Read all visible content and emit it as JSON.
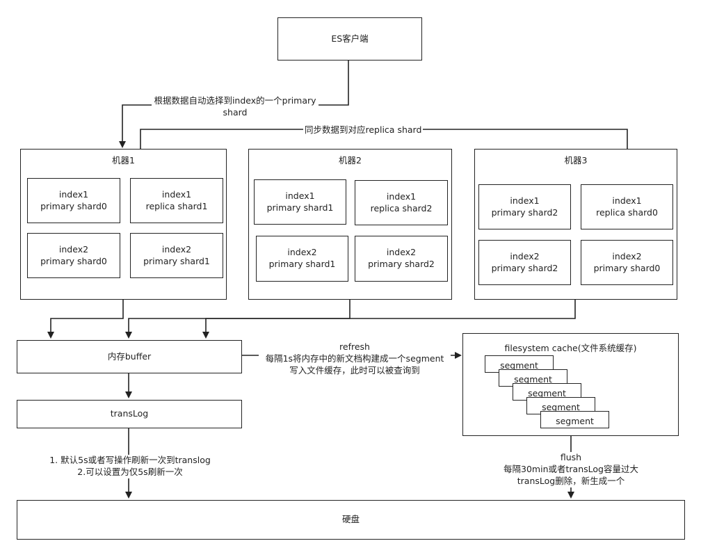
{
  "client": {
    "label": "ES客户端"
  },
  "arrow_labels": {
    "route_line1": "根据数据自动选择到index的一个primary",
    "route_line2": "shard",
    "sync": "同步数据到对应replica shard",
    "refresh_title": "refresh",
    "refresh_line1": "每隔1s将内存中的新文档构建成一个segment",
    "refresh_line2": "写入文件缓存，此时可以被查询到",
    "translog_line1": "1. 默认5s或者写操作刷新一次到translog",
    "translog_line2": "2.可以设置为仅5s刷新一次",
    "flush_title": "flush",
    "flush_line1": "每隔30min或者transLog容量过大",
    "flush_line2": "transLog删除，新生成一个"
  },
  "machines": [
    {
      "title": "机器1",
      "shards": [
        {
          "line1": "index1",
          "line2": "primary shard0"
        },
        {
          "line1": "index1",
          "line2": "replica shard1"
        },
        {
          "line1": "index2",
          "line2": "primary shard0"
        },
        {
          "line1": "index2",
          "line2": "primary shard1"
        }
      ]
    },
    {
      "title": "机器2",
      "shards": [
        {
          "line1": "index1",
          "line2": "primary shard1"
        },
        {
          "line1": "index1",
          "line2": "replica shard2"
        },
        {
          "line1": "index2",
          "line2": "primary shard1"
        },
        {
          "line1": "index2",
          "line2": "primary shard2"
        }
      ]
    },
    {
      "title": "机器3",
      "shards": [
        {
          "line1": "index1",
          "line2": "primary shard2"
        },
        {
          "line1": "index1",
          "line2": "replica shard0"
        },
        {
          "line1": "index2",
          "line2": "primary shard2"
        },
        {
          "line1": "index2",
          "line2": "primary shard0"
        }
      ]
    }
  ],
  "memory_buffer": {
    "label": "内存buffer"
  },
  "translog": {
    "label": "transLog"
  },
  "fs_cache": {
    "title": "filesystem cache(文件系统缓存)",
    "segments": [
      "segment",
      "segment",
      "segment",
      "segment",
      "segment"
    ]
  },
  "disk": {
    "label": "硬盘"
  }
}
